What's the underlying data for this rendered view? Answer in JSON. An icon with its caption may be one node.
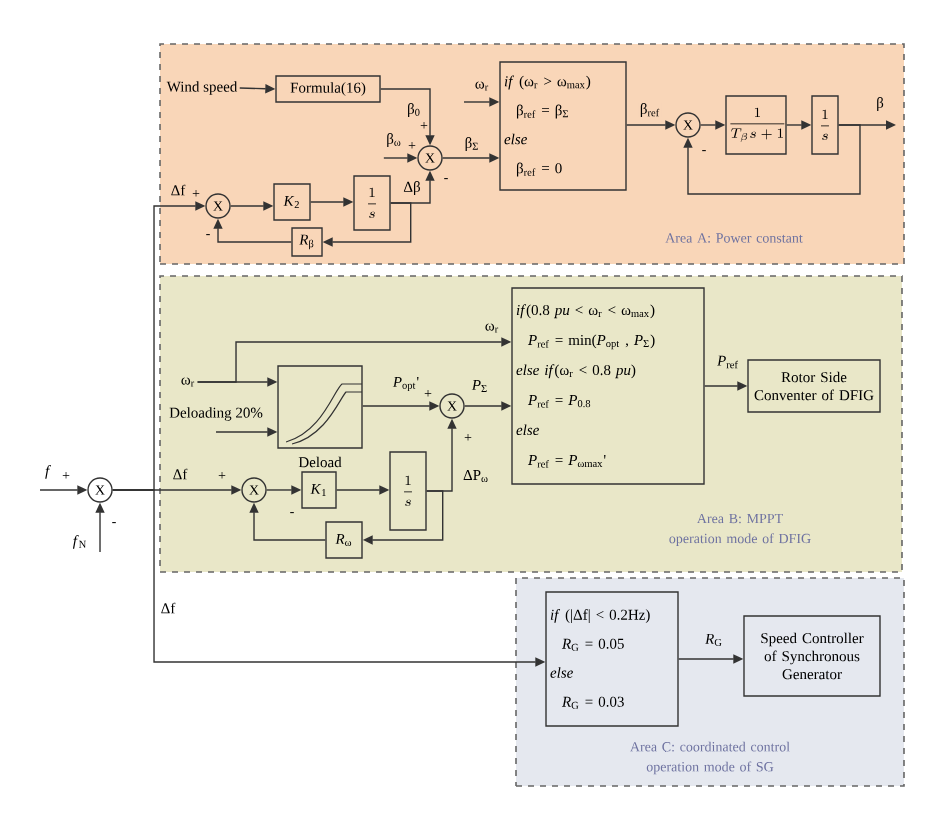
{
  "diagram": {
    "nodes": [
      {
        "text": [
          "Area A: Power constant"
        ]
      },
      {
        "text": [
          "Wind speed"
        ],
        "in": 0
      },
      {
        "text": [
          "Formula(16)"
        ],
        "in": 0
      },
      {
        "text": [
          "X"
        ],
        "in": 0
      },
      {
        "text": [
          "*if* (ω$_{r}$ > ω$_{max}$)",
          "β$_{ref}$ = β$_{Σ}$",
          "else",
          "β$_{ref}$ = 0"
        ],
        "in": 0
      },
      {
        "text": [
          "X"
        ],
        "in": 0
      },
      {
        "text": [
          "\\frac{1}{T_{\\beta}s+1}"
        ],
        "in": 0
      },
      {
        "text": [
          "\\frac{1}{s}"
        ],
        "in": 0
      },
      {
        "text": [
          "X"
        ],
        "in": 0
      },
      {
        "text": [
          "*K*$_{2}$"
        ],
        "in": 0
      },
      {
        "text": [
          "\\frac{1}{s}"
        ],
        "in": 0
      },
      {
        "text": [
          "*R*$_{β}$"
        ],
        "in": 0
      },
      {
        "text": [
          "Area B: MPPT operation mode of DFIG"
        ]
      },
      {
        "text": [
          "Deload"
        ],
        "in": 12
      },
      {
        "text": [
          "Deloading 20%"
        ],
        "in": 12
      },
      {
        "text": [
          "X"
        ],
        "in": 12
      },
      {
        "text": [
          "*if*(0.8 *pu* < ω$_{r}$ < ω$_{max}$)",
          "*P*$_{ref}$ = min(*P*$_{opt}$ , *P*$_{Σ}$)",
          "*else if*(ω$_{r}$ < 0.8 *pu*)",
          "*P*$_{ref}$ = *P*$_{0.8}$",
          "else",
          "*P*$_{ref}$ = *P*$_{ωmax}$'"
        ],
        "in": 12
      },
      {
        "text": [
          "Rotor Side Conventer of DFIG"
        ],
        "in": 12
      },
      {
        "text": [
          "X"
        ],
        "in": 12
      },
      {
        "text": [
          "*K*$_{1}$"
        ],
        "in": 12
      },
      {
        "text": [
          "\\frac{1}{s}"
        ],
        "in": 12
      },
      {
        "text": [
          "*R*$_{ω}$"
        ],
        "in": 12
      },
      {
        "text": [
          "X"
        ]
      },
      {
        "text": [
          "Area C: coordinated control operation mode of SG"
        ]
      },
      {
        "text": [
          "*if* (|Δf| < 0.2Hz)",
          "*R*$_{G}$ = 0.05",
          "else",
          "*R*$_{G}$ = 0.03"
        ],
        "in": 23
      },
      {
        "text": [
          "Speed Controller of Synchronous Generator"
        ],
        "in": 23
      },
      {
        "text": [
          "β$_{ω}$"
        ],
        "in": 0
      },
      {
        "text": [
          "ω$_{r}$"
        ],
        "in": 12
      }
    ],
    "edges": [
      {
        "from": 1,
        "to": 2,
        "arrow": "to"
      },
      {
        "from": 2,
        "to": 3,
        "arrow": "to",
        "label": "β$_{0}$"
      },
      {
        "from": 26,
        "to": 3,
        "arrow": "to"
      },
      {
        "from": 3,
        "to": 4,
        "arrow": "to",
        "label": "β$_{Σ}$"
      },
      {
        "from": null,
        "to": 4,
        "arrow": "to",
        "label": "ω$_{r}$"
      },
      {
        "from": 4,
        "to": 5,
        "arrow": "to",
        "label": "β$_{ref}$"
      },
      {
        "from": 5,
        "to": 6,
        "arrow": "to"
      },
      {
        "from": 6,
        "to": 7,
        "arrow": "to"
      },
      {
        "from": 7,
        "to": null,
        "arrow": "to",
        "label": "β"
      },
      {
        "from": 7,
        "to": 5,
        "arrow": "to"
      },
      {
        "from": 22,
        "to": 8,
        "arrow": "to",
        "label": "Δf"
      },
      {
        "from": 8,
        "to": 9,
        "arrow": "to"
      },
      {
        "from": 9,
        "to": 10,
        "arrow": "to"
      },
      {
        "from": 10,
        "to": 3,
        "arrow": "to",
        "label": "Δβ"
      },
      {
        "from": 10,
        "to": 11,
        "arrow": "to"
      },
      {
        "from": 11,
        "to": 8,
        "arrow": "to"
      },
      {
        "from": 27,
        "to": 13,
        "arrow": "to"
      },
      {
        "from": 27,
        "to": 16,
        "arrow": "to",
        "label": "ω$_{r}$"
      },
      {
        "from": 14,
        "to": 13,
        "arrow": "to"
      },
      {
        "from": 13,
        "to": 15,
        "arrow": "to",
        "label": "*P*$_{opt}$'"
      },
      {
        "from": 15,
        "to": 16,
        "arrow": "to",
        "label": "*P*$_{Σ}$"
      },
      {
        "from": 16,
        "to": 17,
        "arrow": "to",
        "label": "*P*$_{ref}$"
      },
      {
        "from": 22,
        "to": 18,
        "arrow": "to",
        "label": "Δf"
      },
      {
        "from": 18,
        "to": 19,
        "arrow": "to"
      },
      {
        "from": 19,
        "to": 20,
        "arrow": "to"
      },
      {
        "from": 20,
        "to": 15,
        "arrow": "to",
        "label": "ΔP$_{ω}$"
      },
      {
        "from": 20,
        "to": 21,
        "arrow": "to"
      },
      {
        "from": 21,
        "to": 18,
        "arrow": "to"
      },
      {
        "from": null,
        "to": 22,
        "arrow": "to",
        "label": "*f*"
      },
      {
        "from": null,
        "to": 22,
        "arrow": "to",
        "label": "*f*$_{N}$"
      },
      {
        "from": 22,
        "to": 24,
        "arrow": "to",
        "label": "Δf"
      },
      {
        "from": 24,
        "to": 25,
        "arrow": "to",
        "label": "*R*$_{G}$"
      }
    ],
    "labels": [
      "+",
      "+",
      "-",
      "-",
      "+",
      "-",
      "+",
      "+",
      "+",
      "+",
      "-",
      "-"
    ]
  }
}
